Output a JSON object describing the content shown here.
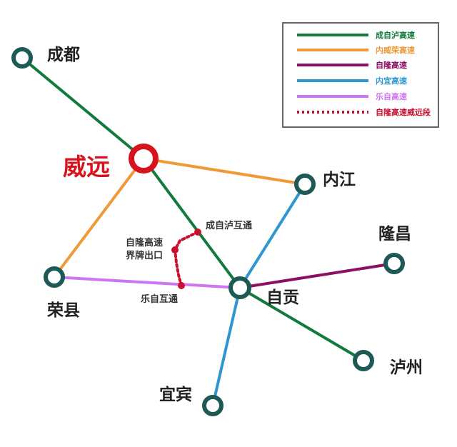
{
  "highways": [
    {
      "id": "chengzilu",
      "name": "成自泸高速",
      "color": "#137a3d"
    },
    {
      "id": "neiweirong",
      "name": "内威荣高速",
      "color": "#ef9a36"
    },
    {
      "id": "zilong",
      "name": "自隆高速",
      "color": "#8c0f63"
    },
    {
      "id": "neiyi",
      "name": "内宜高速",
      "color": "#2e97cf"
    },
    {
      "id": "lezi",
      "name": "乐自高速",
      "color": "#cf74f2"
    },
    {
      "id": "zilong-weiyuan",
      "name": "自隆高速威远段",
      "color": "#c8102e"
    }
  ],
  "cities": {
    "chengdu": "成都",
    "weiyuan": "威远",
    "neijiang": "内江",
    "longchang": "隆昌",
    "rongxian": "荣县",
    "zigong": "自贡",
    "luzhou": "泸州",
    "yibin": "宜宾"
  },
  "colors": {
    "node_fill": "#1e5a55",
    "highlight": "#d7141e",
    "dotted": "#c8102e",
    "legend_border": "#666666"
  },
  "notes": {
    "chengzilu_interchange": "成自泸互通",
    "lezi_interchange": "乐自互通",
    "boundary_exit_line1": "自隆高速",
    "boundary_exit_line2": "界牌出口"
  }
}
